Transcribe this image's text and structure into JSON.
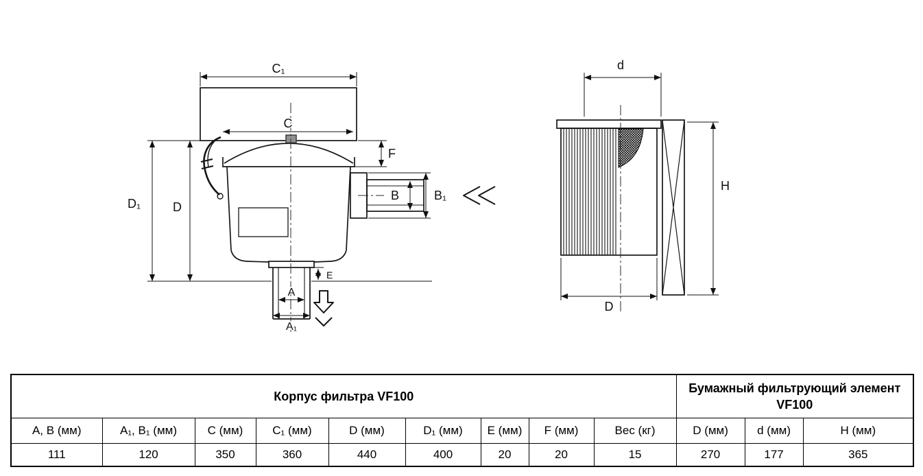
{
  "drawings": {
    "housing": {
      "labels": {
        "c1": "C₁",
        "c": "C",
        "f": "F",
        "b": "B",
        "b1": "B₁",
        "d1": "D₁",
        "d": "D",
        "e": "E",
        "a": "A",
        "a1": "A₁"
      }
    },
    "element": {
      "labels": {
        "d_top": "d",
        "h": "H",
        "d_outer": "D"
      }
    }
  },
  "table": {
    "group_headers": [
      {
        "label": "Корпус фильтра VF100"
      },
      {
        "label": "Бумажный фильтрующий элемент VF100"
      }
    ],
    "columns": [
      "A, B (мм)",
      "A₁, B₁ (мм)",
      "C (мм)",
      "C₁ (мм)",
      "D (мм)",
      "D₁ (мм)",
      "E (мм)",
      "F (мм)",
      "Вес (кг)",
      "D (мм)",
      "d (мм)",
      "H (мм)"
    ],
    "values": [
      "111",
      "120",
      "350",
      "360",
      "440",
      "400",
      "20",
      "20",
      "15",
      "270",
      "177",
      "365"
    ]
  }
}
